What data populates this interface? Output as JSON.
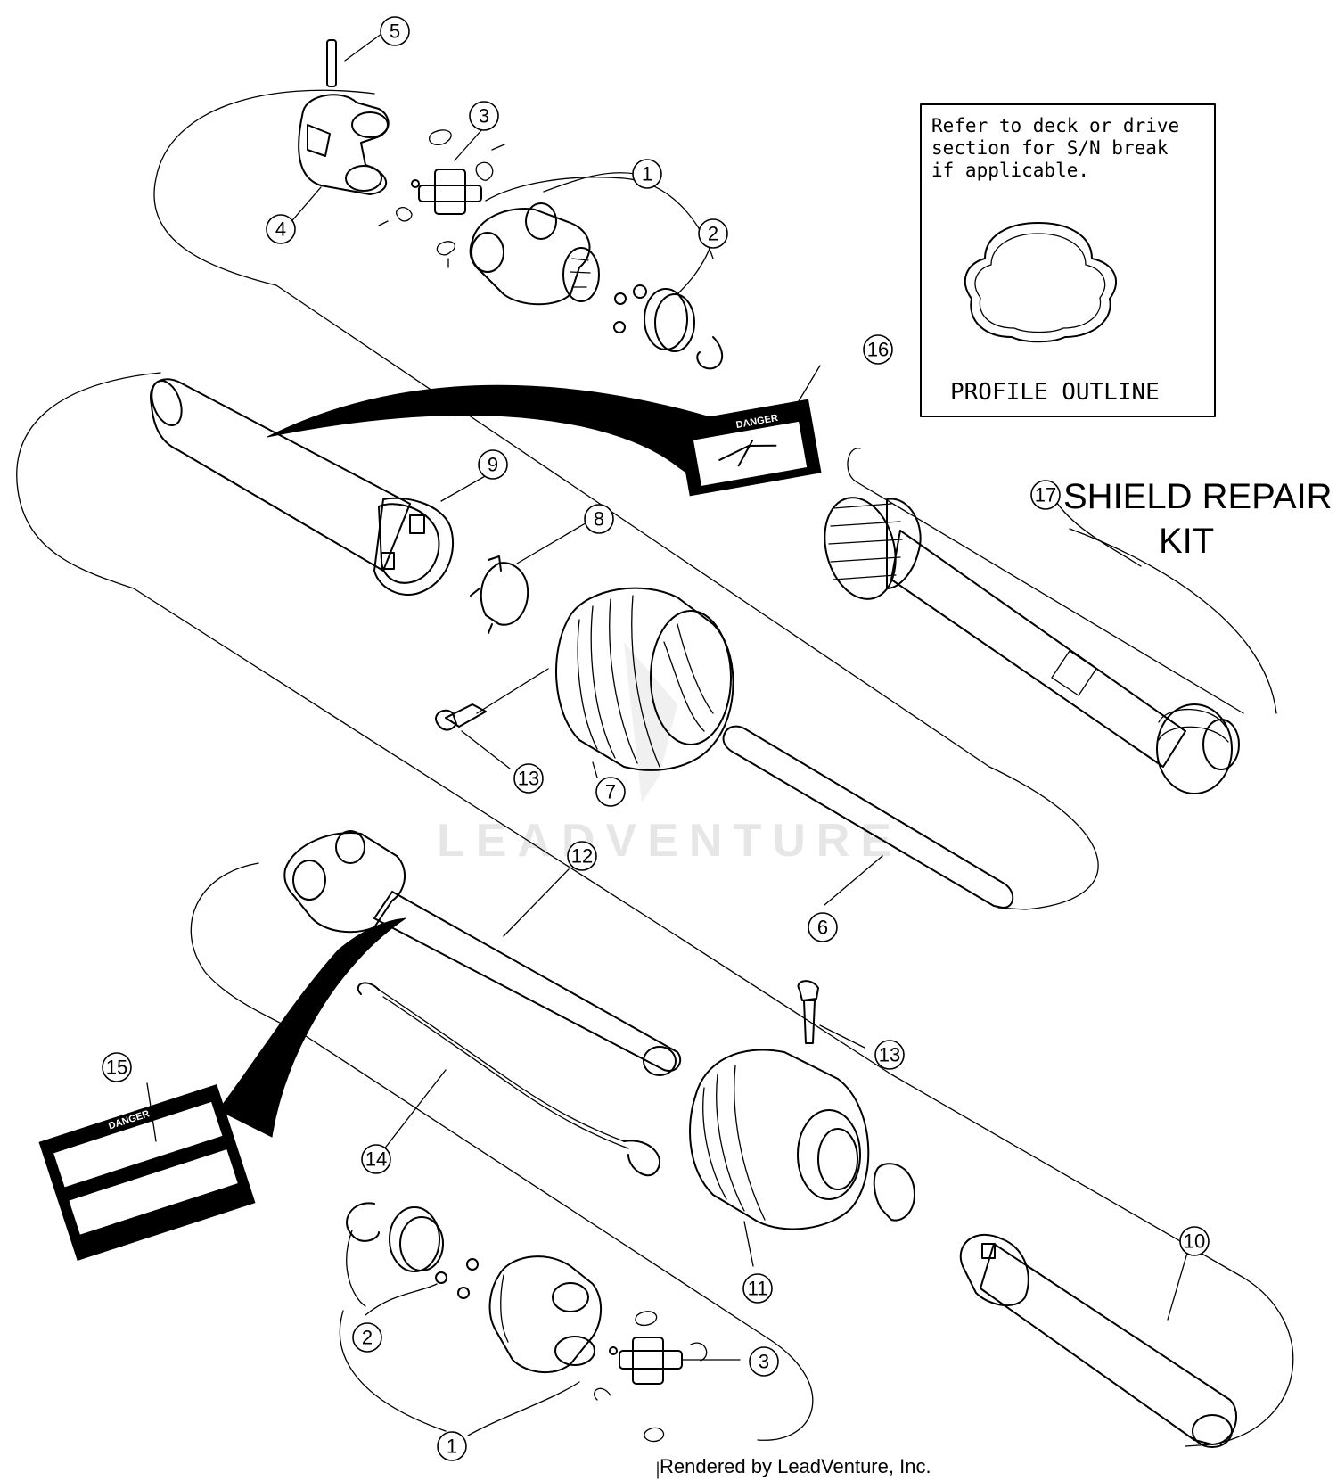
{
  "note": {
    "lines": [
      "Refer to deck or drive",
      "section for S/N break",
      "if applicable."
    ],
    "profile_label": "PROFILE OUTLINE"
  },
  "kit_label": {
    "line1": "SHIELD REPAIR",
    "line2": "KIT"
  },
  "callouts": {
    "c1a": "1",
    "c1b": "1",
    "c2a": "2",
    "c2b": "2",
    "c3a": "3",
    "c3b": "3",
    "c4": "4",
    "c5": "5",
    "c6": "6",
    "c7": "7",
    "c8": "8",
    "c9": "9",
    "c10": "10",
    "c11": "11",
    "c12": "12",
    "c13a": "13",
    "c13b": "13",
    "c14": "14",
    "c15": "15",
    "c16": "16",
    "c17": "17"
  },
  "decals": {
    "danger": "DANGER"
  },
  "watermark": "LEADVENTURE",
  "footer": "Rendered by LeadVenture, Inc."
}
